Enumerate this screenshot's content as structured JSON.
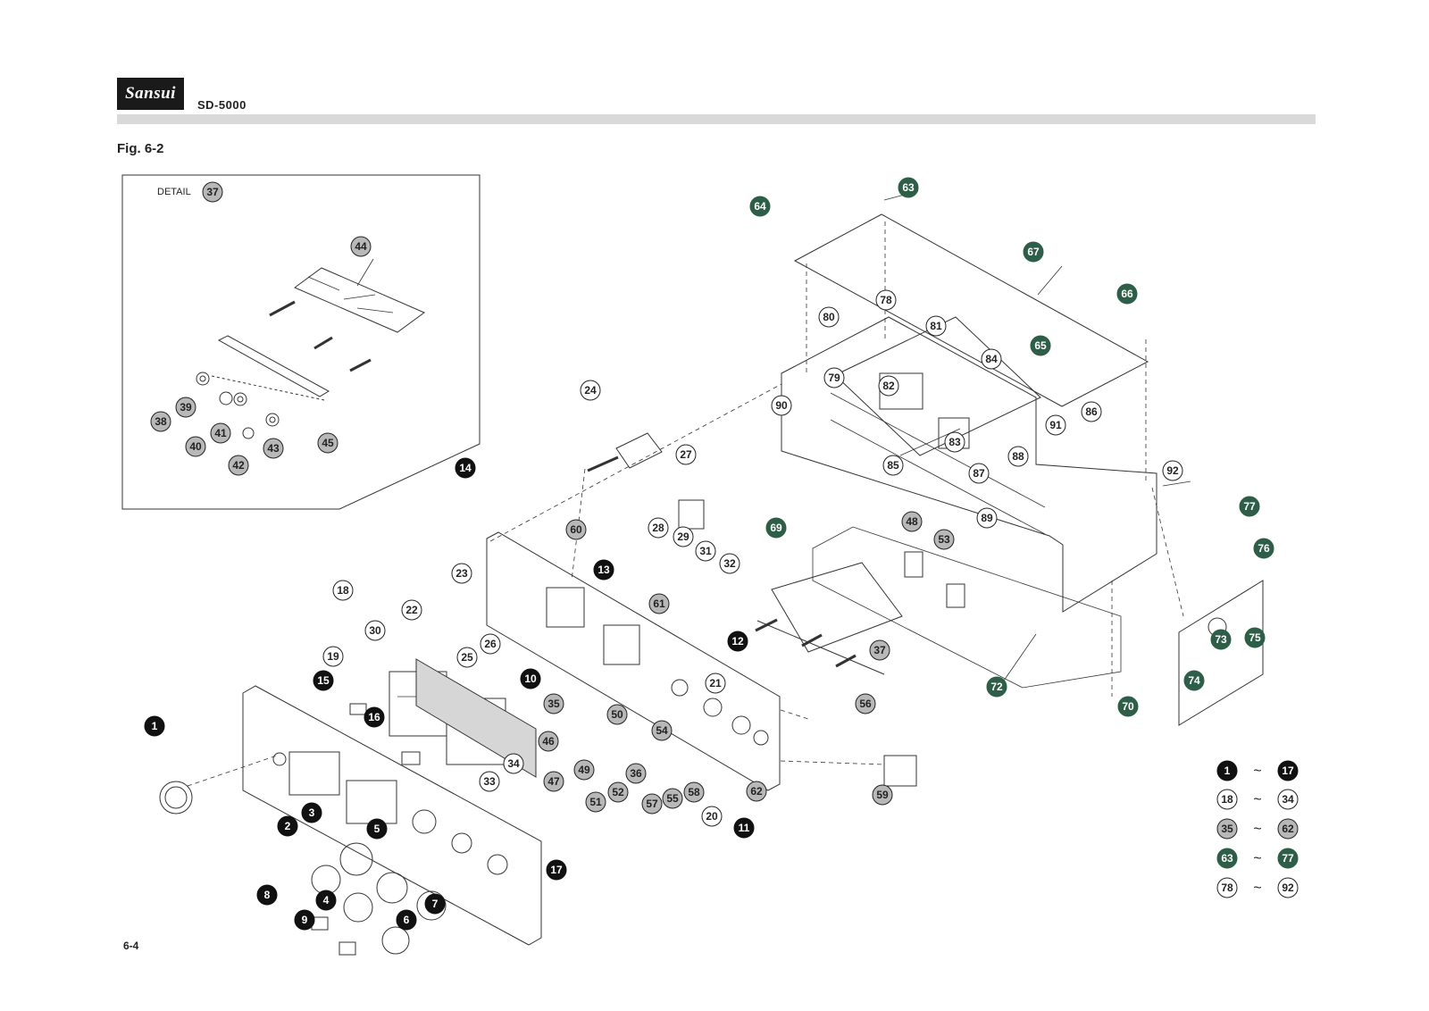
{
  "header": {
    "brand": "Sansui",
    "model": "SD-5000"
  },
  "figure": {
    "title": "Fig. 6-2"
  },
  "footer": {
    "page": "6-4"
  },
  "detail": {
    "label": "DETAIL",
    "ref": "37"
  },
  "colors": {
    "black_group": "#111111",
    "white_group": "#ffffff",
    "gray_group": "#b8b8b8",
    "green_group": "#2e5e47",
    "ink": "#222222",
    "header_rule": "#d9d9d9"
  },
  "callouts": [
    {
      "label": "37",
      "style": "gray"
    },
    {
      "label": "44",
      "style": "gray"
    },
    {
      "label": "38",
      "style": "gray"
    },
    {
      "label": "39",
      "style": "gray"
    },
    {
      "label": "40",
      "style": "gray"
    },
    {
      "label": "41",
      "style": "gray"
    },
    {
      "label": "42",
      "style": "gray"
    },
    {
      "label": "43",
      "style": "gray"
    },
    {
      "label": "45",
      "style": "gray"
    },
    {
      "label": "63",
      "style": "green"
    },
    {
      "label": "64",
      "style": "green"
    },
    {
      "label": "67",
      "style": "green"
    },
    {
      "label": "66",
      "style": "green"
    },
    {
      "label": "65",
      "style": "green"
    },
    {
      "label": "78",
      "style": "white"
    },
    {
      "label": "80",
      "style": "white"
    },
    {
      "label": "81",
      "style": "white"
    },
    {
      "label": "84",
      "style": "white"
    },
    {
      "label": "79",
      "style": "white"
    },
    {
      "label": "82",
      "style": "white"
    },
    {
      "label": "90",
      "style": "white"
    },
    {
      "label": "91",
      "style": "white"
    },
    {
      "label": "86",
      "style": "white"
    },
    {
      "label": "83",
      "style": "white"
    },
    {
      "label": "85",
      "style": "white"
    },
    {
      "label": "88",
      "style": "white"
    },
    {
      "label": "87",
      "style": "white"
    },
    {
      "label": "89",
      "style": "white"
    },
    {
      "label": "92",
      "style": "white"
    },
    {
      "label": "24",
      "style": "white"
    },
    {
      "label": "27",
      "style": "white"
    },
    {
      "label": "14",
      "style": "black"
    },
    {
      "label": "60",
      "style": "gray"
    },
    {
      "label": "28",
      "style": "white"
    },
    {
      "label": "29",
      "style": "white"
    },
    {
      "label": "31",
      "style": "white"
    },
    {
      "label": "32",
      "style": "white"
    },
    {
      "label": "13",
      "style": "black"
    },
    {
      "label": "61",
      "style": "gray"
    },
    {
      "label": "69",
      "style": "green"
    },
    {
      "label": "48",
      "style": "gray"
    },
    {
      "label": "53",
      "style": "gray"
    },
    {
      "label": "77",
      "style": "green"
    },
    {
      "label": "76",
      "style": "green"
    },
    {
      "label": "73",
      "style": "green"
    },
    {
      "label": "75",
      "style": "green"
    },
    {
      "label": "74",
      "style": "green"
    },
    {
      "label": "72",
      "style": "green"
    },
    {
      "label": "70",
      "style": "green"
    },
    {
      "label": "18",
      "style": "white"
    },
    {
      "label": "23",
      "style": "white"
    },
    {
      "label": "22",
      "style": "white"
    },
    {
      "label": "26",
      "style": "white"
    },
    {
      "label": "25",
      "style": "white"
    },
    {
      "label": "30",
      "style": "white"
    },
    {
      "label": "19",
      "style": "white"
    },
    {
      "label": "12",
      "style": "black"
    },
    {
      "label": "37",
      "style": "gray"
    },
    {
      "label": "10",
      "style": "black"
    },
    {
      "label": "15",
      "style": "black"
    },
    {
      "label": "16",
      "style": "black"
    },
    {
      "label": "21",
      "style": "white"
    },
    {
      "label": "35",
      "style": "gray"
    },
    {
      "label": "50",
      "style": "gray"
    },
    {
      "label": "46",
      "style": "gray"
    },
    {
      "label": "54",
      "style": "gray"
    },
    {
      "label": "49",
      "style": "gray"
    },
    {
      "label": "36",
      "style": "gray"
    },
    {
      "label": "47",
      "style": "gray"
    },
    {
      "label": "52",
      "style": "gray"
    },
    {
      "label": "51",
      "style": "gray"
    },
    {
      "label": "57",
      "style": "gray"
    },
    {
      "label": "55",
      "style": "gray"
    },
    {
      "label": "58",
      "style": "gray"
    },
    {
      "label": "56",
      "style": "gray"
    },
    {
      "label": "59",
      "style": "gray"
    },
    {
      "label": "62",
      "style": "gray"
    },
    {
      "label": "20",
      "style": "white"
    },
    {
      "label": "11",
      "style": "black"
    },
    {
      "label": "34",
      "style": "white"
    },
    {
      "label": "33",
      "style": "white"
    },
    {
      "label": "1",
      "style": "black"
    },
    {
      "label": "2",
      "style": "black"
    },
    {
      "label": "3",
      "style": "black"
    },
    {
      "label": "5",
      "style": "black"
    },
    {
      "label": "17",
      "style": "black"
    },
    {
      "label": "8",
      "style": "black"
    },
    {
      "label": "4",
      "style": "black"
    },
    {
      "label": "7",
      "style": "black"
    },
    {
      "label": "9",
      "style": "black"
    },
    {
      "label": "6",
      "style": "black"
    }
  ],
  "legend": [
    {
      "from": "1",
      "to": "17",
      "style": "black"
    },
    {
      "from": "18",
      "to": "34",
      "style": "white"
    },
    {
      "from": "35",
      "to": "62",
      "style": "gray"
    },
    {
      "from": "63",
      "to": "77",
      "style": "green"
    },
    {
      "from": "78",
      "to": "92",
      "style": "white"
    }
  ],
  "legend_separator": "~"
}
